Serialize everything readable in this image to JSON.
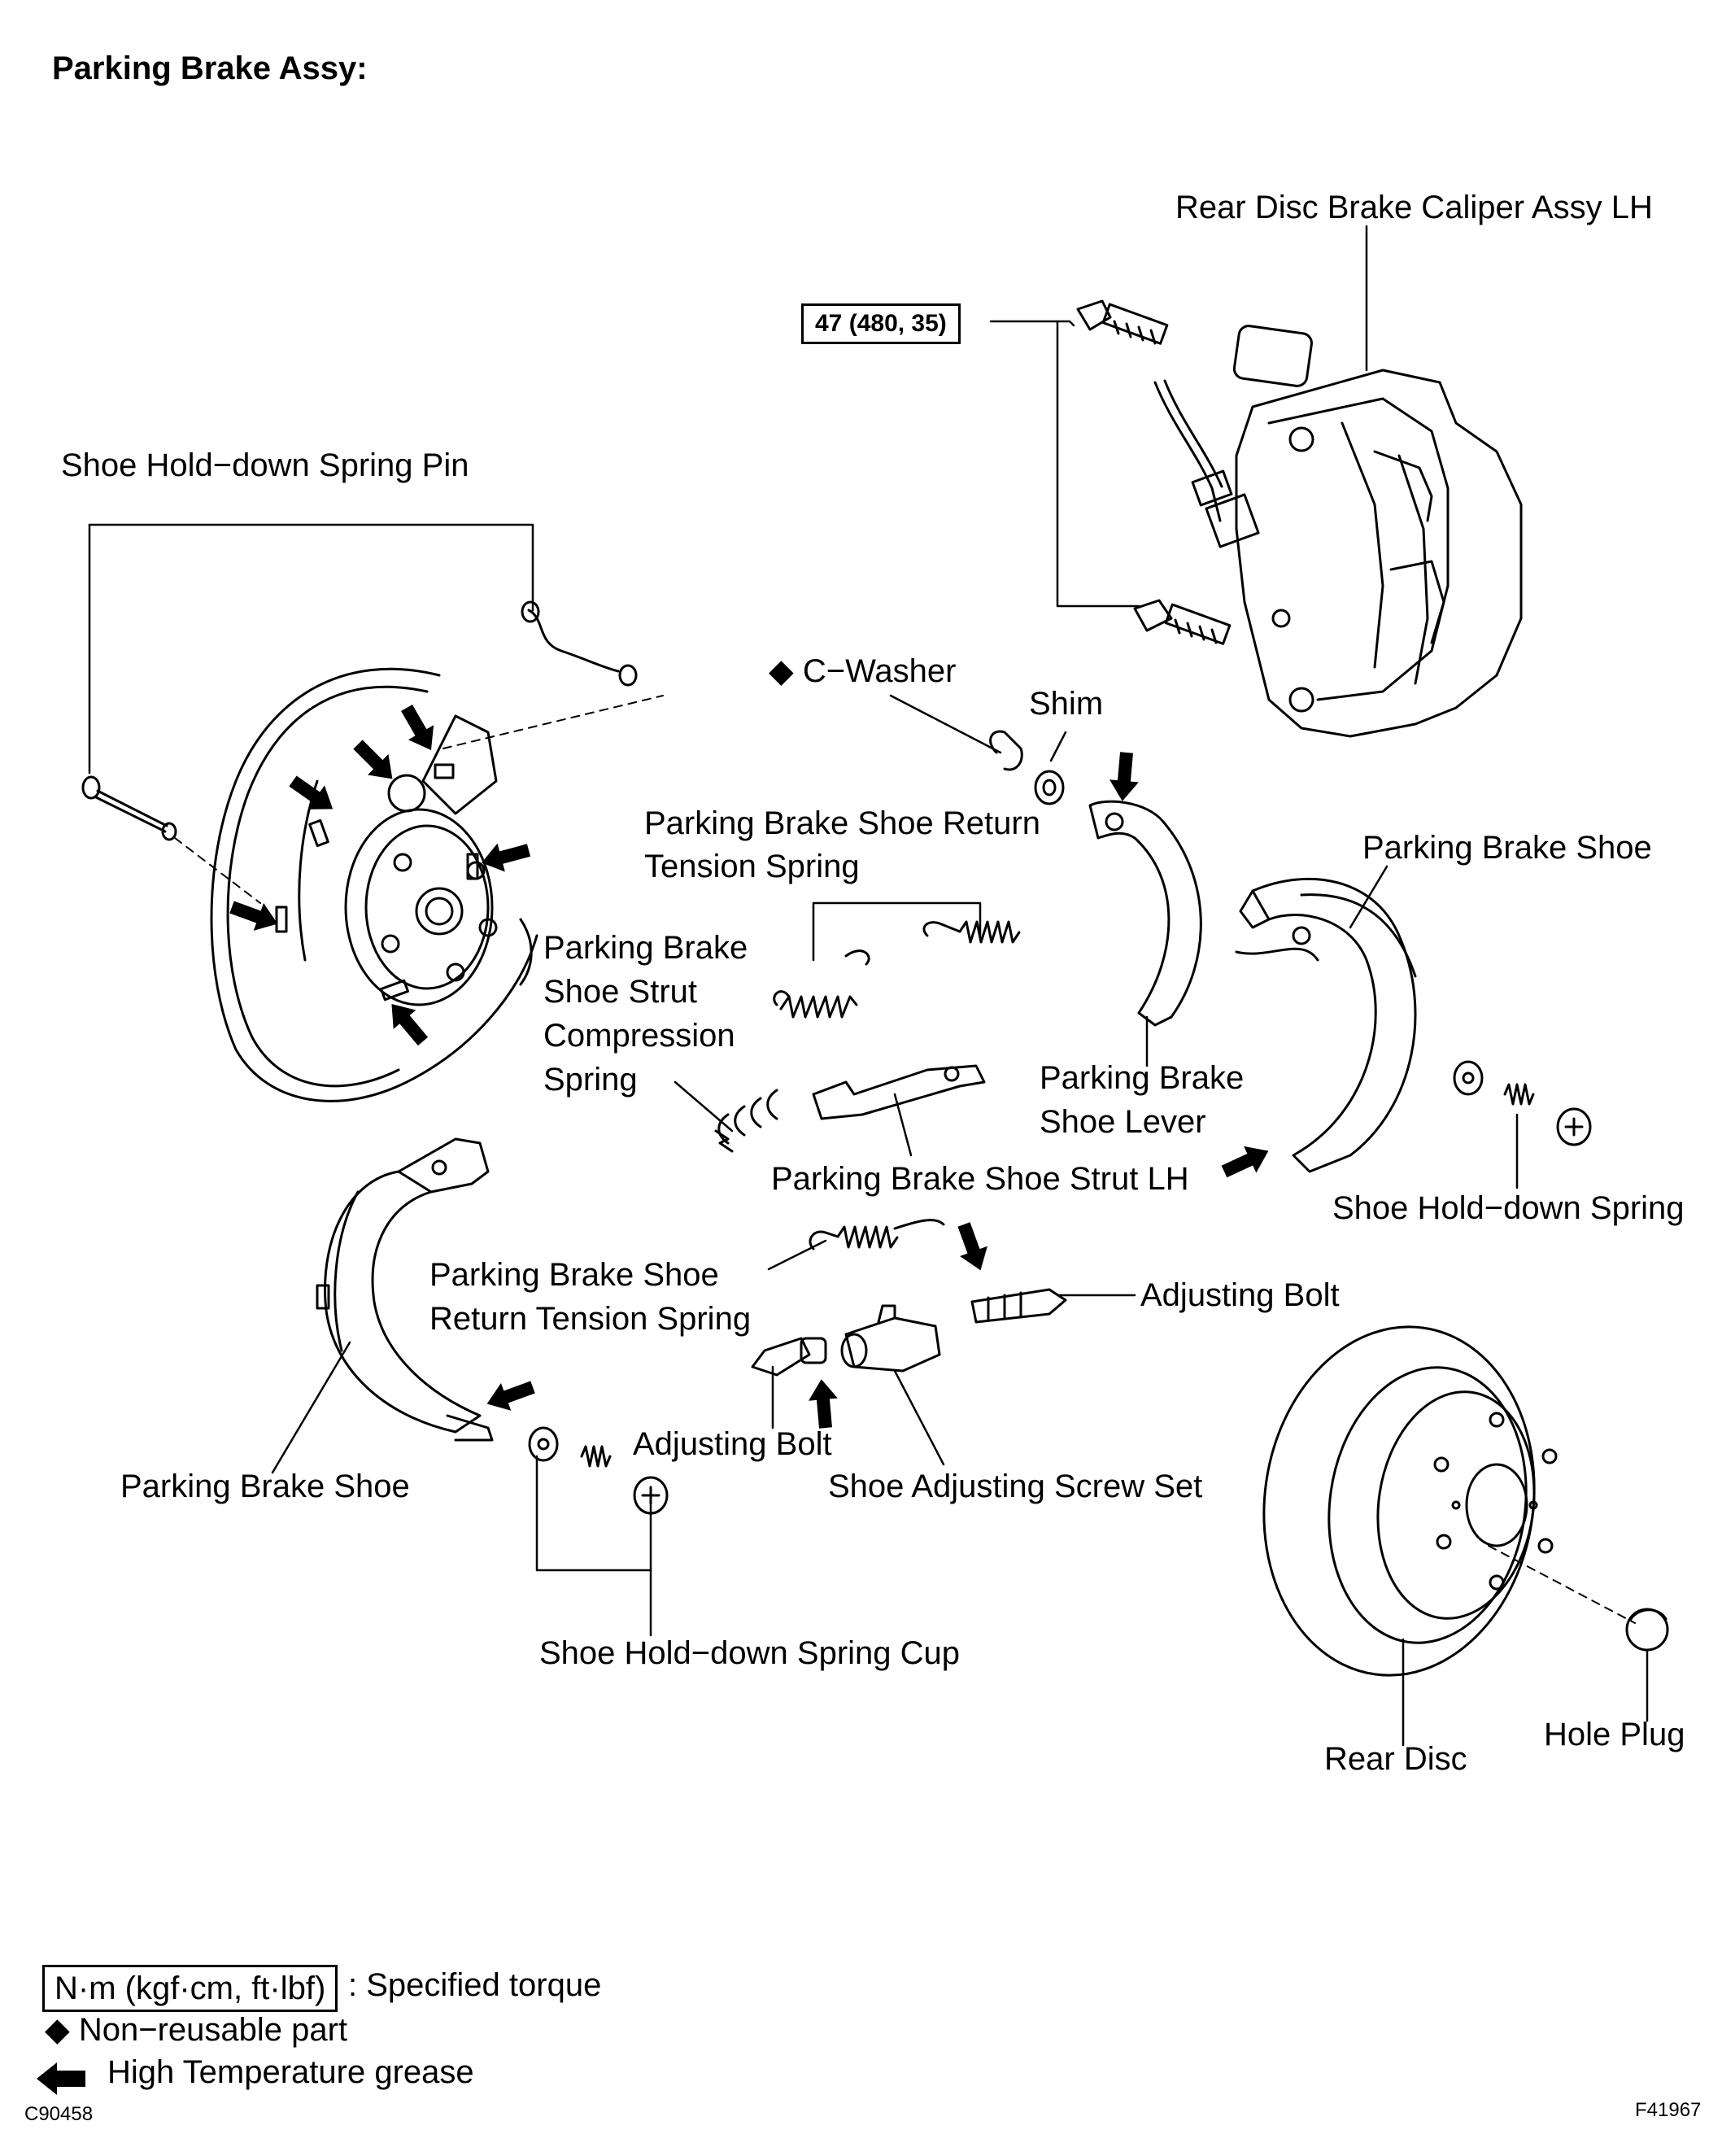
{
  "title": "Parking Brake Assy:",
  "torque_value": "47 (480, 35)",
  "labels": {
    "caliper": "Rear Disc Brake Caliper Assy LH",
    "hold_pin": "Shoe Hold−down Spring Pin",
    "c_washer": "◆ C−Washer",
    "shim": "Shim",
    "return_spring_top_1": "Parking Brake Shoe Return",
    "return_spring_top_2": "Tension Spring",
    "strut_spring_1": "Parking Brake",
    "strut_spring_2": "Shoe Strut",
    "strut_spring_3": "Compression",
    "strut_spring_4": "Spring",
    "shoe_right": "Parking Brake Shoe",
    "lever_1": "Parking Brake",
    "lever_2": "Shoe Lever",
    "strut_lh": "Parking Brake Shoe Strut LH",
    "hold_spring": "Shoe Hold−down Spring",
    "return_spring_bot_1": "Parking Brake Shoe",
    "return_spring_bot_2": "Return Tension Spring",
    "adjusting_bolt_right": "Adjusting Bolt",
    "adjusting_bolt_left": "Adjusting Bolt",
    "screw_set": "Shoe Adjusting Screw Set",
    "shoe_left": "Parking Brake Shoe",
    "spring_cup": "Shoe Hold−down Spring Cup",
    "rear_disc": "Rear Disc",
    "hole_plug": "Hole Plug"
  },
  "legend": {
    "torque_unit": "N·m (kgf·cm, ft·lbf)",
    "torque_desc": ": Specified torque",
    "nonreusable": "◆  Non−reusable part",
    "grease": "High Temperature grease"
  },
  "codes": {
    "left": "C90458",
    "right": "F41967"
  }
}
